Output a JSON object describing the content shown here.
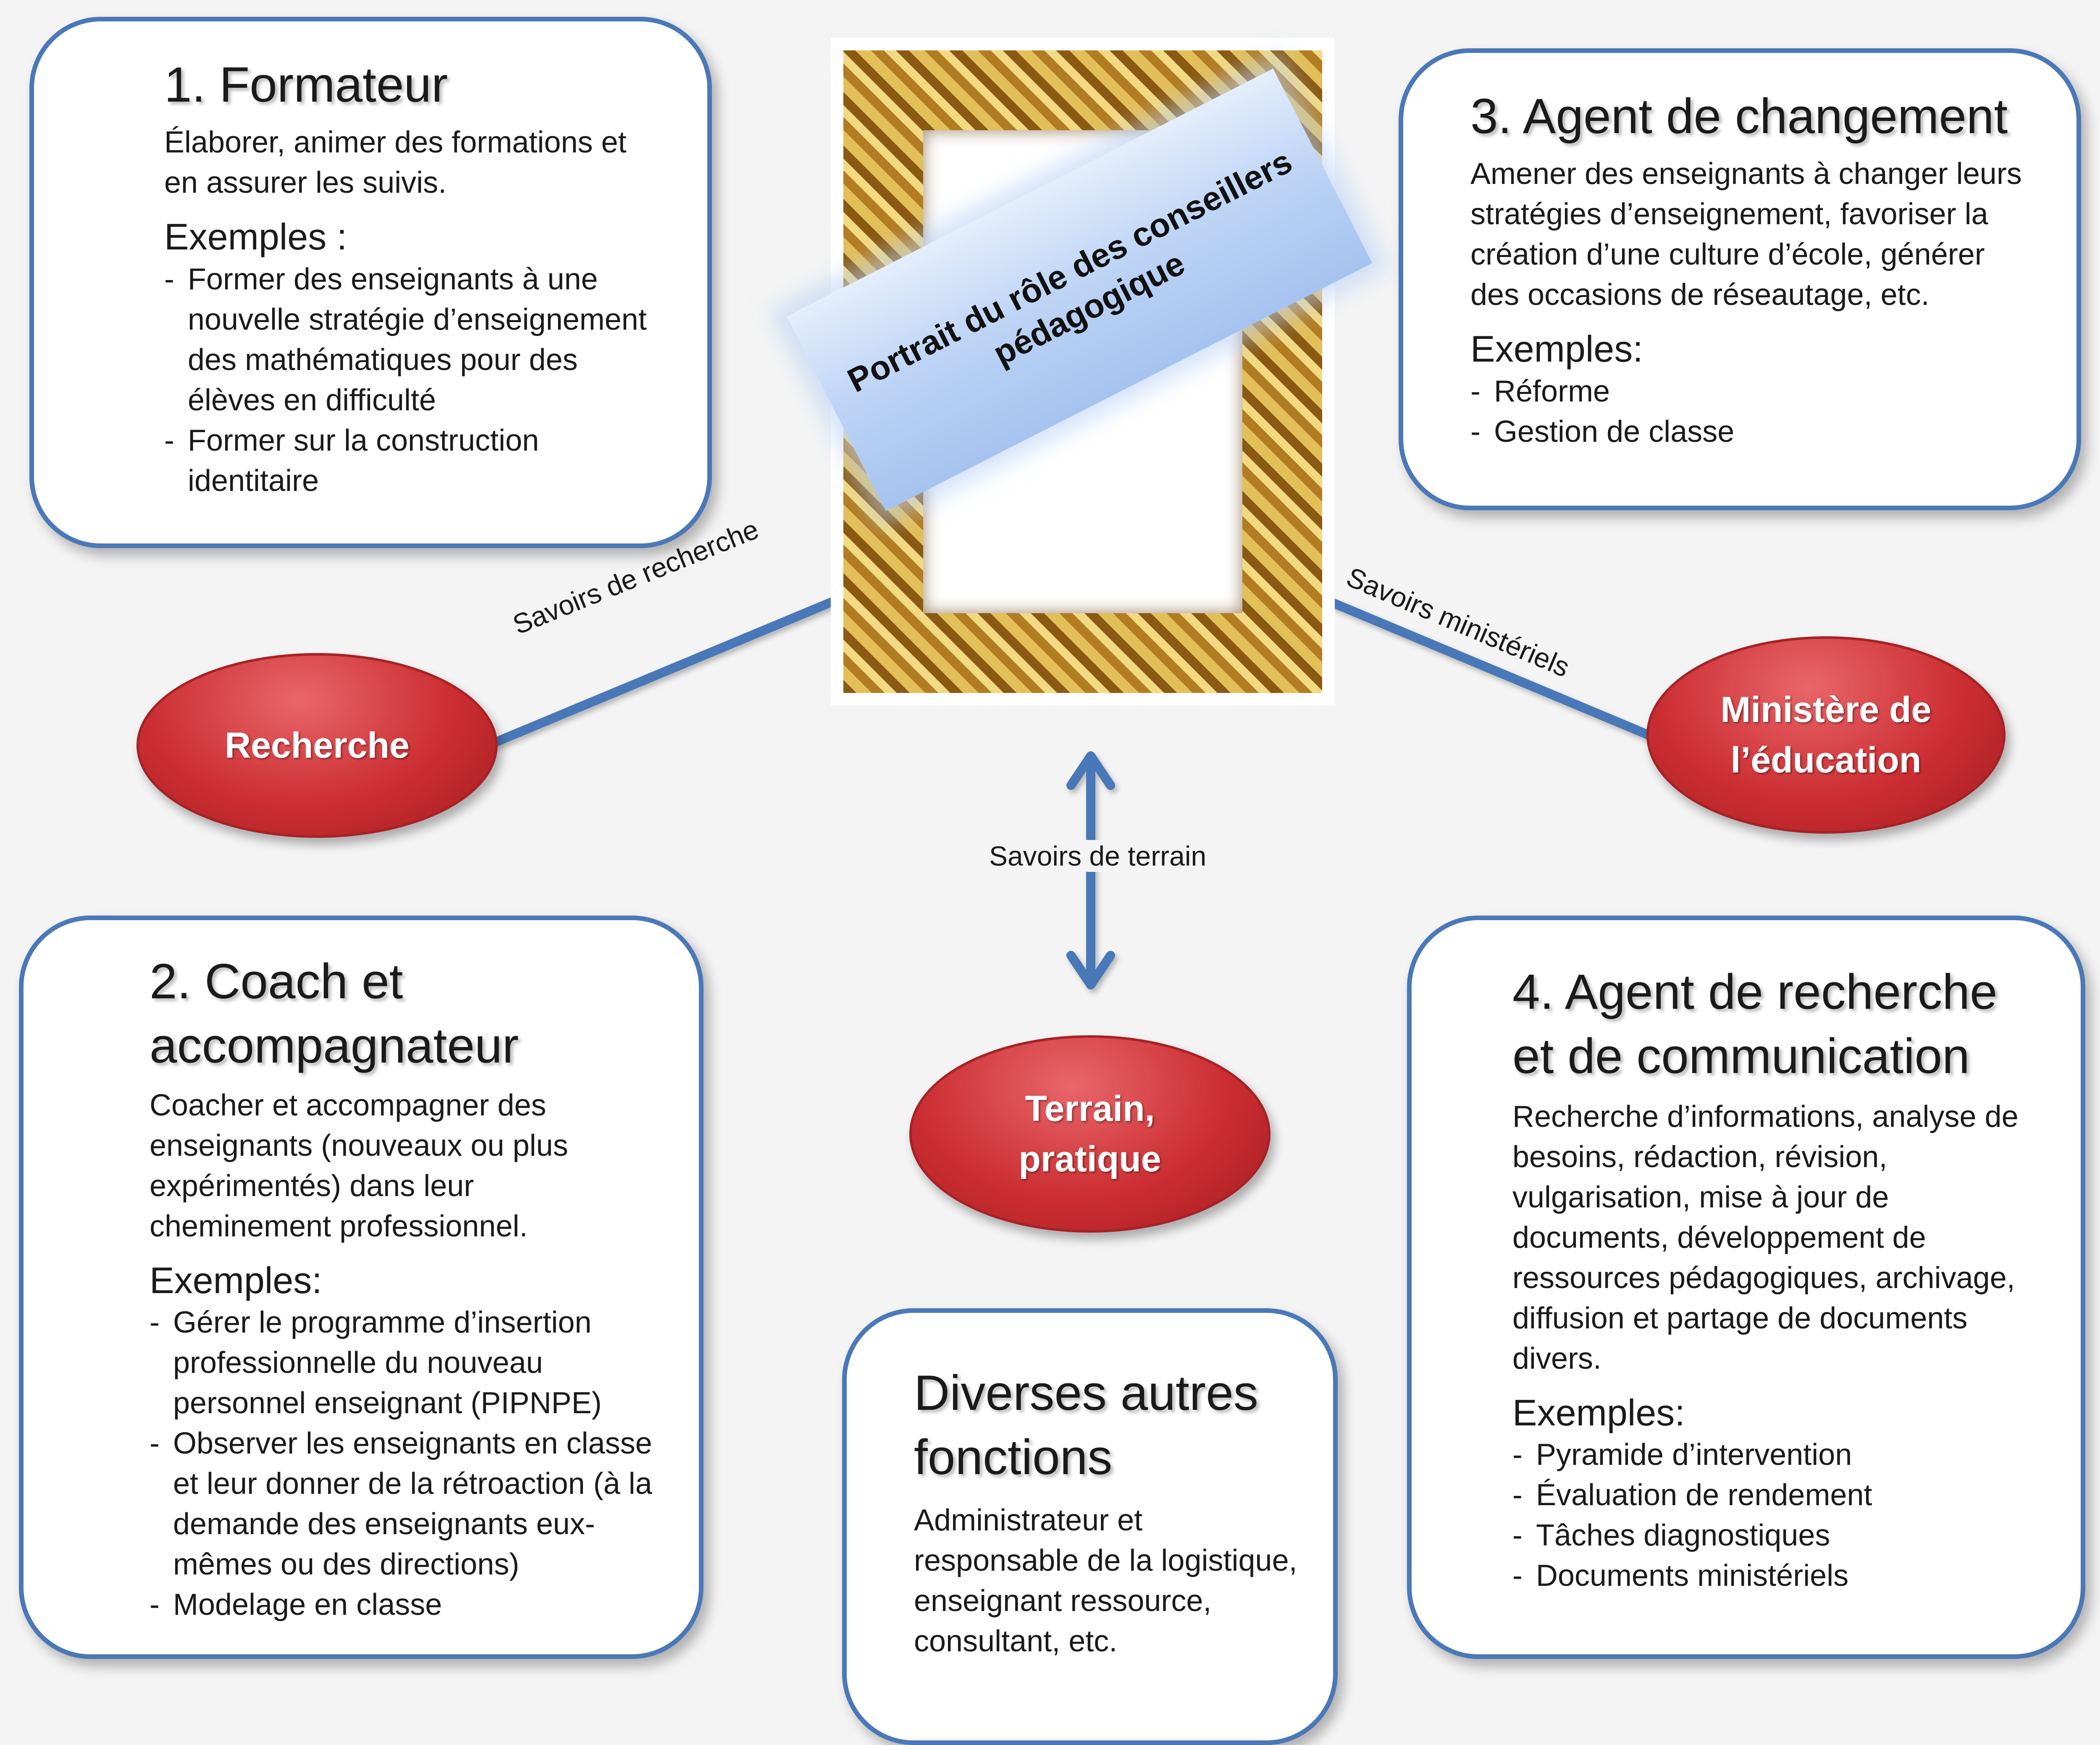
{
  "center": {
    "banner_title": "Portrait du rôle des conseillers pédagogique"
  },
  "ovals": {
    "recherche": "Recherche",
    "ministere": "Ministère de\nl’éducation",
    "terrain": "Terrain,\npratique"
  },
  "arrows": {
    "recherche_label": "Savoirs de recherche",
    "ministere_label": "Savoirs ministériels",
    "terrain_label": "Savoirs de terrain"
  },
  "boxes": {
    "formateur": {
      "title": "1. Formateur",
      "description": "Élaborer, animer des formations et en assurer les suivis.",
      "examples_heading": "Exemples :",
      "examples": [
        "Former des enseignants à une nouvelle stratégie d’enseignement des mathématiques pour des élèves en difficulté",
        "Former sur la construction identitaire"
      ]
    },
    "coach": {
      "title": "2. Coach et accompagnateur",
      "description": "Coacher et accompagner des enseignants (nouveaux ou plus expérimentés) dans leur cheminement professionnel.",
      "examples_heading": "Exemples:",
      "examples": [
        "Gérer le programme d’insertion professionnelle du nouveau personnel enseignant (PIPNPE)",
        "Observer les enseignants en classe et leur donner de la rétroaction (à la demande des enseignants eux-mêmes ou des directions)",
        "Modelage en classe"
      ]
    },
    "agent_changement": {
      "title": "3. Agent de changement",
      "description": "Amener des enseignants à changer leurs stratégies d’enseignement, favoriser la création d’une culture d’école, générer des occasions de réseautage, etc.",
      "examples_heading": "Exemples:",
      "examples": [
        "Réforme",
        "Gestion de classe"
      ]
    },
    "agent_recherche": {
      "title": "4. Agent de recherche et de communication",
      "description": "Recherche d’informations, analyse de besoins, rédaction, révision, vulgarisation, mise à jour de documents, développement de ressources pédagogiques, archivage, diffusion et partage de documents divers.",
      "examples_heading": "Exemples:",
      "examples": [
        "Pyramide d’intervention",
        "Évaluation de rendement",
        "Tâches diagnostiques",
        "Documents ministériels"
      ]
    },
    "autres": {
      "title": "Diverses autres fonctions",
      "description": "Administrateur et responsable de la logistique, enseignant ressource, consultant, etc."
    }
  },
  "colors": {
    "box_border": "#4a78b8",
    "arrow": "#4a78b8",
    "oval_fill": "#cc2e32",
    "banner": "#bcd3f5",
    "frame_gold": "#b98a2c",
    "background": "#f4f4f4"
  }
}
